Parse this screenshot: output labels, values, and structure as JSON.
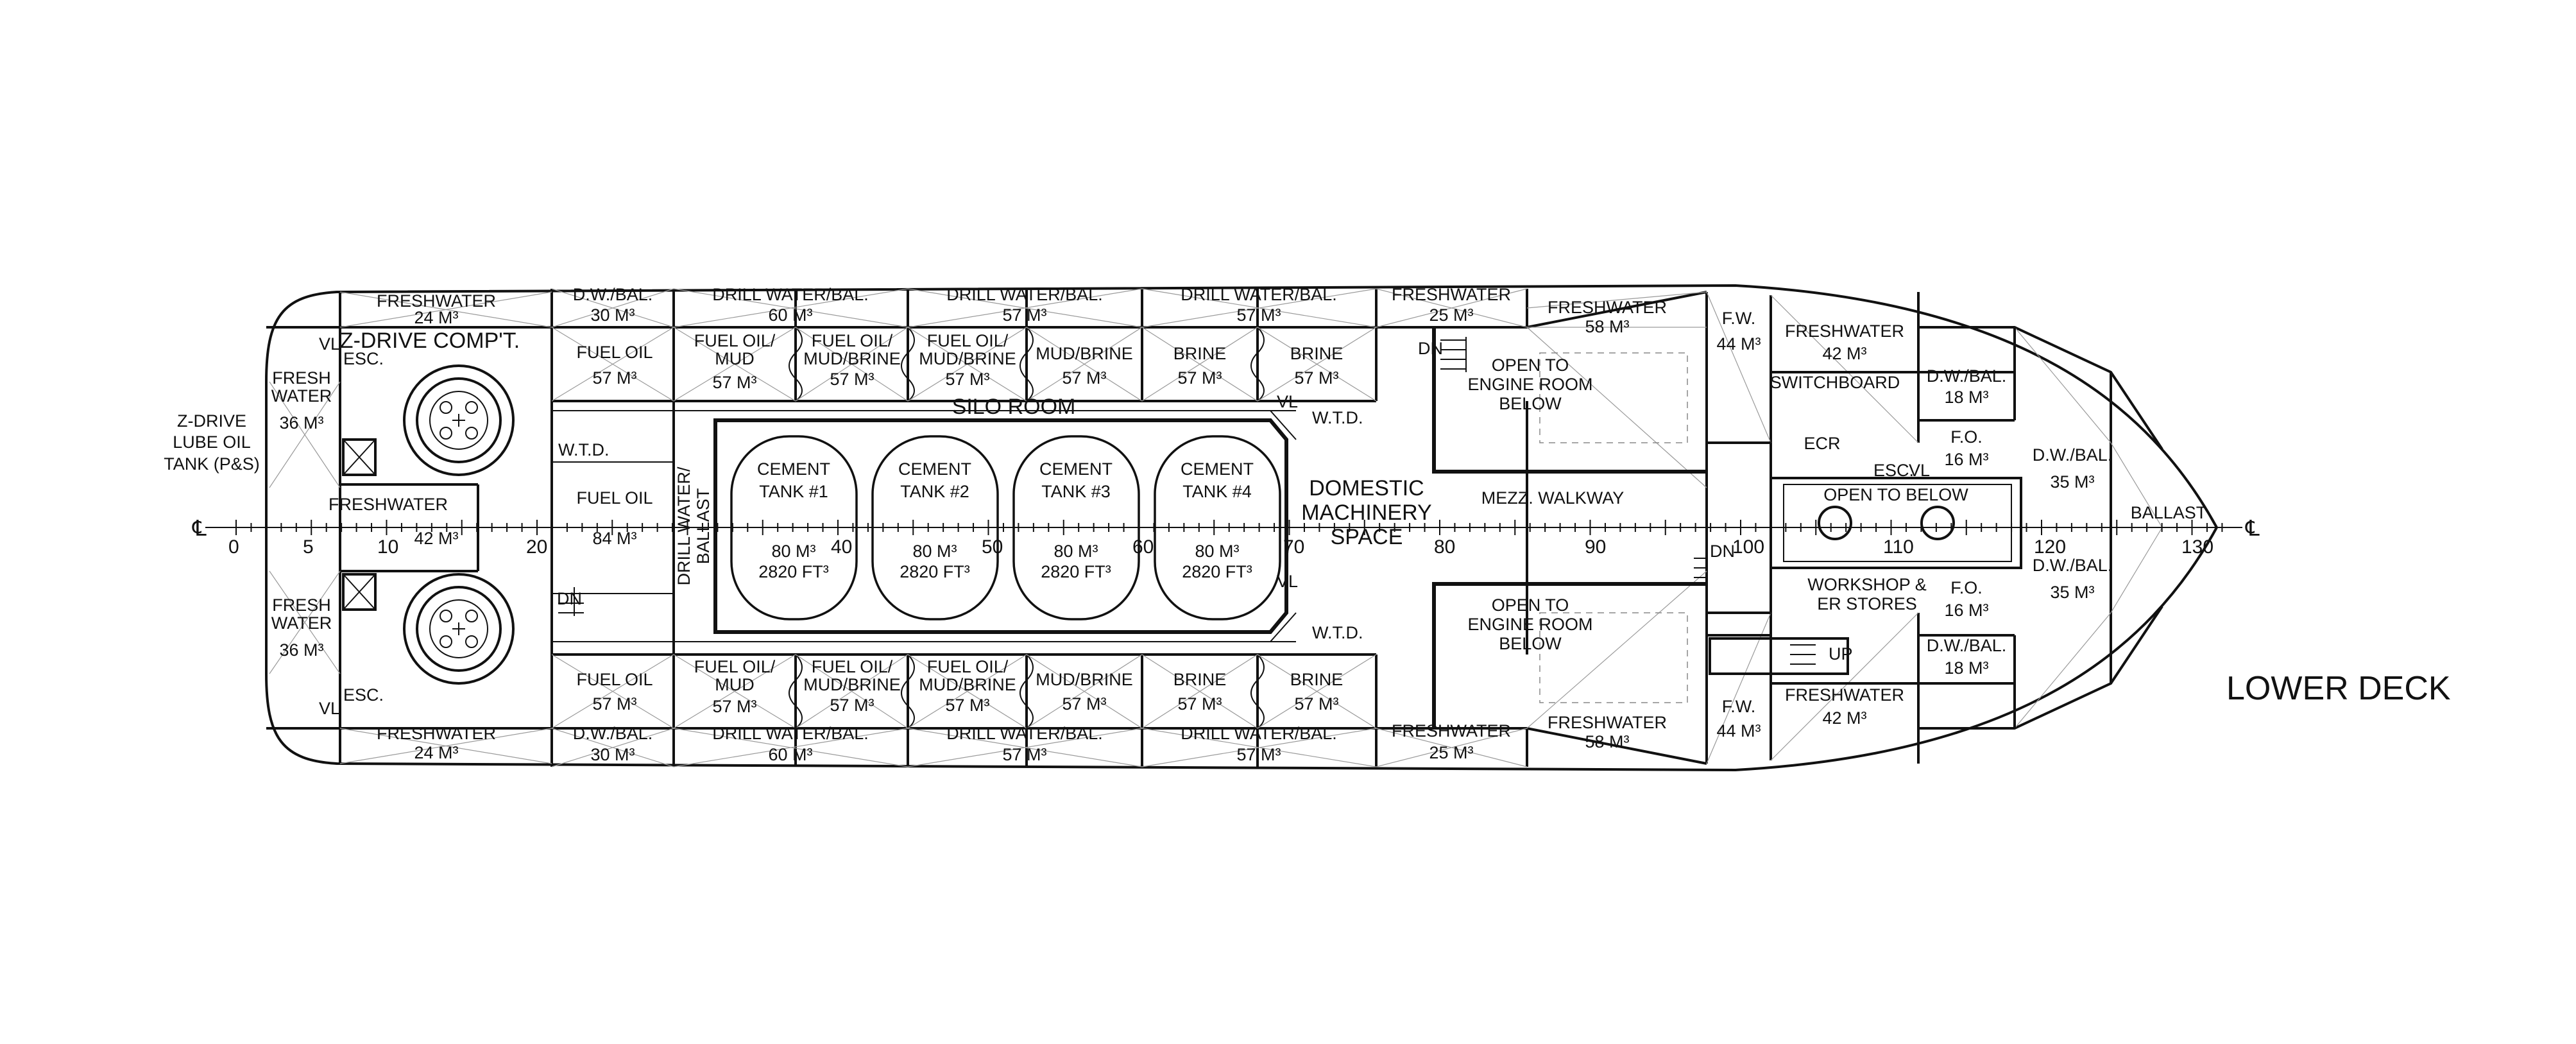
{
  "title": "LOWER DECK",
  "centerline_symbol": "℄",
  "frame_ticks": [
    "0",
    "5",
    "10",
    "20",
    "40",
    "50",
    "60",
    "70",
    "80",
    "90",
    "100",
    "110",
    "120",
    "130"
  ],
  "compartments": {
    "z_drive_comp": "Z-DRIVE COMP'T.",
    "z_drive_lube": [
      "Z-DRIVE",
      "LUBE OIL",
      "TANK (P&S)"
    ],
    "esc": "ESC.",
    "vl": "VL",
    "wtd": "W.T.D.",
    "dn": "DN",
    "up": "UP",
    "silo_room": "SILO ROOM",
    "domestic_machinery": [
      "DOMESTIC",
      "MACHINERY",
      "SPACE"
    ],
    "mezz_walkway": "MEZZ. WALKWAY",
    "open_to_er": [
      "OPEN TO",
      "ENGINE ROOM",
      "BELOW"
    ],
    "switchboard": "SWITCHBOARD",
    "ecr": "ECR",
    "open_to_below": "OPEN TO BELOW",
    "workshop": [
      "WORKSHOP &",
      "ER STORES"
    ],
    "ballast": "BALLAST",
    "drill_water_ballast": [
      "DRILL WATER/",
      "BALLAST"
    ]
  },
  "tanks": {
    "freshwater_24": [
      "FRESHWATER",
      "24 M³"
    ],
    "dw_bal_30": [
      "D.W./BAL.",
      "30 M³"
    ],
    "drill_water_60": [
      "DRILL WATER/BAL.",
      "60 M³"
    ],
    "drill_water_57": [
      "DRILL WATER/BAL.",
      "57 M³"
    ],
    "freshwater_25": [
      "FRESHWATER",
      "25 M³"
    ],
    "freshwater_58": [
      "FRESHWATER",
      "58 M³"
    ],
    "fw_44": [
      "F.W.",
      "44 M³"
    ],
    "freshwater_42": [
      "FRESHWATER",
      "42 M³"
    ],
    "dw_bal_18": [
      "D.W./BAL.",
      "18 M³"
    ],
    "fo_16": [
      "F.O.",
      "16 M³"
    ],
    "dw_bal_35": [
      "D.W./BAL.",
      "35 M³"
    ],
    "fresh_water_36": [
      "FRESH",
      "WATER",
      "36 M³"
    ],
    "fuel_oil_57": [
      "FUEL OIL",
      "57 M³"
    ],
    "fuel_oil_84": [
      "FUEL OIL",
      "84 M³"
    ],
    "freshwater_42_center": [
      "FRESHWATER",
      "42 M³"
    ],
    "fo_mud_57": [
      "FUEL OIL/",
      "MUD",
      "57 M³"
    ],
    "fo_mud_brine_57": [
      "FUEL OIL/",
      "MUD/BRINE",
      "57 M³"
    ],
    "mud_brine_57": [
      "MUD/BRINE",
      "57 M³"
    ],
    "brine_57": [
      "BRINE",
      "57 M³"
    ]
  },
  "cement_tanks": [
    {
      "name": [
        "CEMENT",
        "TANK #1"
      ],
      "volume": "80 M³",
      "cubic": "2820 FT³"
    },
    {
      "name": [
        "CEMENT",
        "TANK #2"
      ],
      "volume": "80 M³",
      "cubic": "2820 FT³"
    },
    {
      "name": [
        "CEMENT",
        "TANK #3"
      ],
      "volume": "80 M³",
      "cubic": "2820 FT³"
    },
    {
      "name": [
        "CEMENT",
        "TANK #4"
      ],
      "volume": "80 M³",
      "cubic": "2820 FT³"
    }
  ]
}
